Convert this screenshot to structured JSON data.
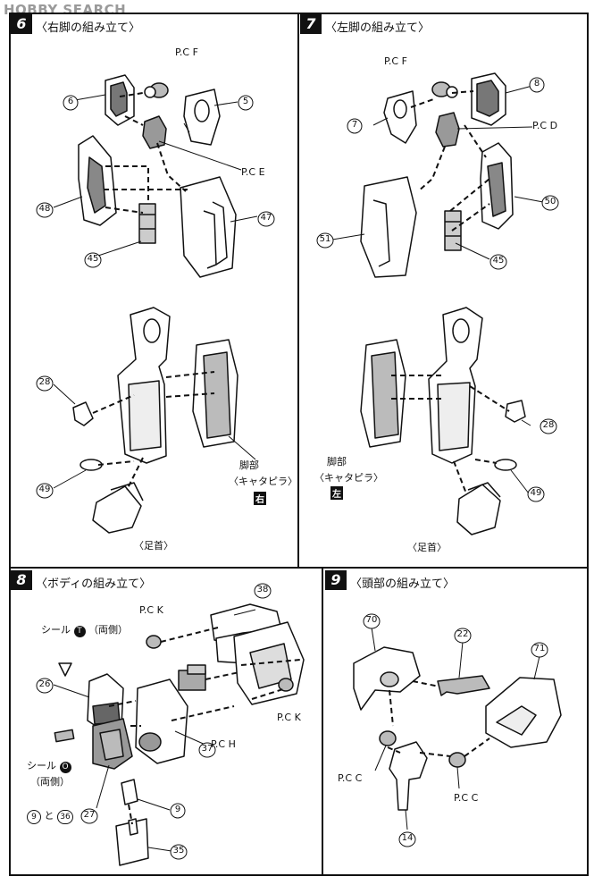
{
  "watermark": "HOBBY SEARCH",
  "steps": [
    {
      "number": "6",
      "title": "〈右脚の組み立て〉",
      "part_numbers": [
        "6",
        "5",
        "48",
        "47",
        "45",
        "28",
        "49"
      ],
      "pc_labels": [
        "P.C F",
        "P.C E"
      ],
      "annotations": {
        "leg_part": "脚部",
        "track": "〈キャタピラ〉",
        "side": "右",
        "ankle": "〈足首〉"
      }
    },
    {
      "number": "7",
      "title": "〈左脚の組み立て〉",
      "part_numbers": [
        "8",
        "7",
        "50",
        "51",
        "45",
        "28",
        "49"
      ],
      "pc_labels": [
        "P.C F",
        "P.C D"
      ],
      "annotations": {
        "leg_part": "脚部",
        "track": "〈キャタピラ〉",
        "side": "左",
        "ankle": "〈足首〉"
      }
    },
    {
      "number": "8",
      "title": "〈ボディの組み立て〉",
      "part_numbers": [
        "38",
        "26",
        "37",
        "27",
        "9",
        "35"
      ],
      "pc_labels": [
        "P.C K",
        "P.C K",
        "P.C H"
      ],
      "annotations": {
        "seal_t": "シール",
        "seal_t_letter": "T",
        "seal_t_note": "（両側）",
        "seal_o": "シール",
        "seal_o_letter": "O",
        "seal_o_note": "（両側）",
        "and_note": "と"
      }
    },
    {
      "number": "9",
      "title": "〈頭部の組み立て〉",
      "part_numbers": [
        "70",
        "22",
        "71",
        "14"
      ],
      "pc_labels": [
        "P.C C",
        "P.C C"
      ]
    }
  ]
}
